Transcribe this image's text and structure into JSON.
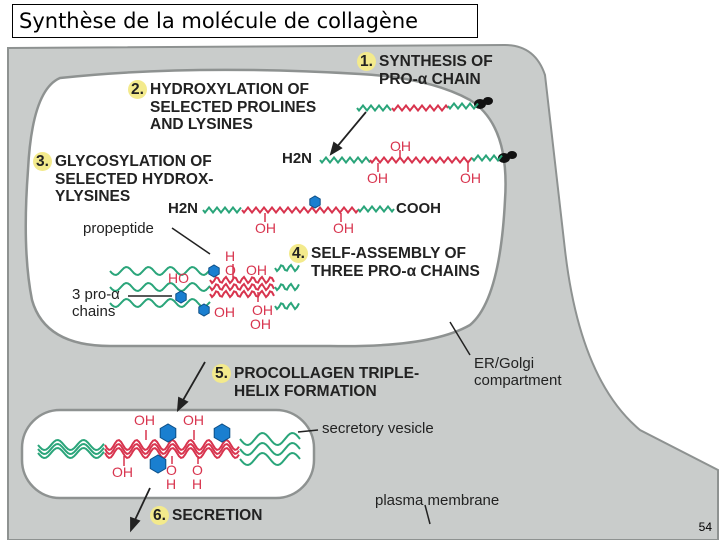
{
  "title": "Synthèse de la molécule de collagène",
  "steps": [
    {
      "num": "1.",
      "lines": [
        "SYNTHESIS OF",
        "PRO-α CHAIN"
      ]
    },
    {
      "num": "2.",
      "lines": [
        "HYDROXYLATION OF",
        "SELECTED PROLINES",
        "AND LYSINES"
      ]
    },
    {
      "num": "3.",
      "lines": [
        "GLYCOSYLATION OF",
        "SELECTED HYDROX-",
        "YLYSINES"
      ]
    },
    {
      "num": "4.",
      "lines": [
        "SELF-ASSEMBLY OF",
        "THREE PRO-α CHAINS"
      ]
    },
    {
      "num": "5.",
      "lines": [
        "PROCOLLAGEN TRIPLE-",
        "HELIX FORMATION"
      ]
    },
    {
      "num": "6.",
      "lines": [
        "SECRETION"
      ]
    }
  ],
  "labels": {
    "propeptide": "propeptide",
    "pro_chains": [
      "3 pro-α",
      "chains"
    ],
    "er_golgi": [
      "ER/Golgi",
      "compartment"
    ],
    "secretory_vesicle": "secretory vesicle",
    "plasma_membrane": "plasma membrane"
  },
  "chem": {
    "h2n": "H2N",
    "cooh": "COOH",
    "oh": "OH",
    "ho": "HO",
    "h": "H",
    "o": "O"
  },
  "page_number": "54",
  "colors": {
    "cell": "#c9cccb",
    "cell_stroke": "#8e9291",
    "er_fill": "#ffffff",
    "green_chain": "#2aa57a",
    "red_chain": "#d8344e",
    "sugar": "#1a7fd0",
    "step_badge": "#f3ea8c"
  }
}
